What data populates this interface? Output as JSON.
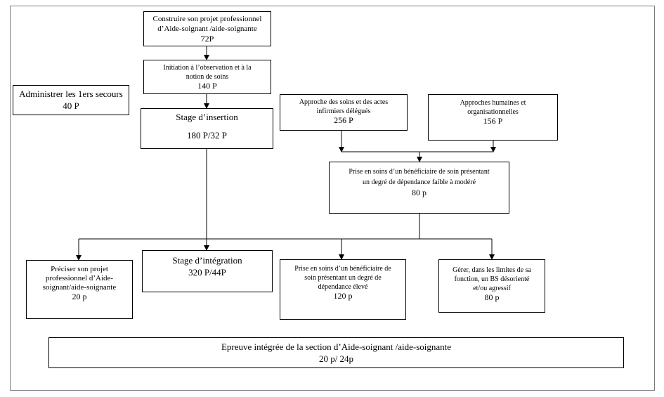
{
  "boxes": {
    "projet_pro": {
      "lines": [
        "Construire son projet professionnel",
        "d’Aide-soignant /aide-soignante",
        "72P"
      ]
    },
    "initiation": {
      "lines": [
        "Initiation à l’observation et à la",
        "notion de soins",
        "140 P"
      ]
    },
    "secours": {
      "lines": [
        "Administrer les 1ers secours",
        "40 P"
      ]
    },
    "stage_insertion": {
      "lines": [
        "Stage d’insertion",
        "180 P/32 P"
      ]
    },
    "approche_soins": {
      "lines": [
        "Approche des soins et des actes",
        "infirmiers délégués",
        "256 P"
      ]
    },
    "approches_humaines": {
      "lines": [
        "Approches humaines et",
        "organisationnelles",
        "156 P"
      ]
    },
    "prise_faible": {
      "lines": [
        "Prise en soins d’un bénéficiaire de soin présentant",
        "un degré de dépendance faible à modéré",
        "80 p"
      ]
    },
    "preciser_projet": {
      "lines": [
        "Préciser son projet",
        "professionnel d’Aide-",
        "soignant/aide-soignante",
        "20 p"
      ]
    },
    "stage_integration": {
      "lines": [
        "Stage d’intégration",
        "320 P/44P"
      ]
    },
    "prise_eleve": {
      "lines": [
        "Prise en soins d’un bénéficiaire de",
        "soin présentant un degré de",
        "dépendance élevé",
        "120 p"
      ]
    },
    "gerer": {
      "lines": [
        "Gérer, dans les limites de sa",
        "fonction, un BS désorienté",
        "et/ou agressif",
        "80 p"
      ]
    },
    "epreuve": {
      "lines": [
        "Epreuve intégrée de la section d’Aide-soignant /aide-soignante",
        "20 p/ 24p"
      ]
    }
  }
}
